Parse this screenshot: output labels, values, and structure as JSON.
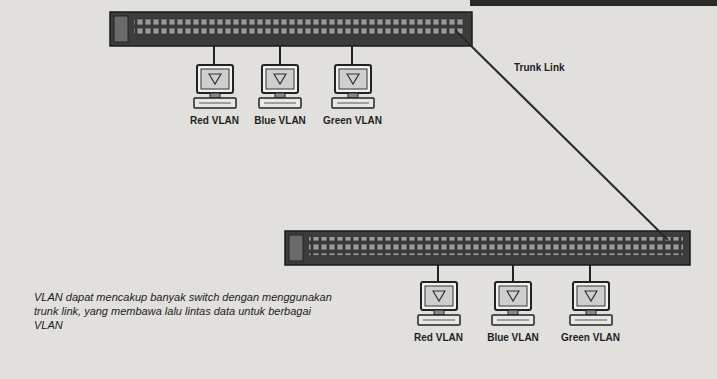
{
  "diagram": {
    "caption": "VLAN dapat mencakup banyak switch dengan menggunakan trunk link, yang membawa lalu lintas data untuk berbagai VLAN",
    "nodes": [
      {
        "text": [
          "Red VLAN"
        ]
      },
      {
        "text": [
          "Blue VLAN"
        ]
      },
      {
        "text": [
          "Green VLAN"
        ]
      },
      {
        "text": [
          "Red VLAN"
        ]
      },
      {
        "text": [
          "Blue VLAN"
        ]
      },
      {
        "text": [
          "Green VLAN"
        ]
      }
    ],
    "labels": [
      "Trunk Link"
    ]
  }
}
